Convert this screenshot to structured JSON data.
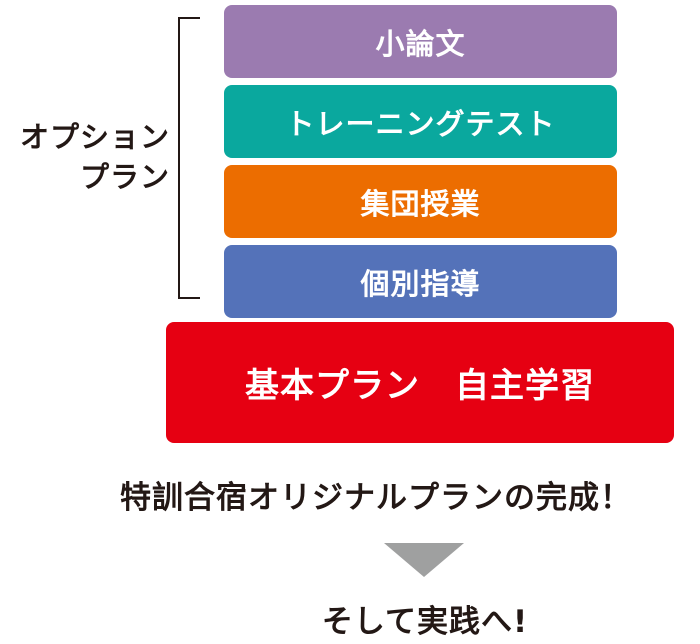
{
  "option_label": [
    "オプション",
    "プラン"
  ],
  "plans": [
    {
      "label": "小論文",
      "color": "#9b7bb0"
    },
    {
      "label": "トレーニングテスト",
      "color": "#0aa89e"
    },
    {
      "label": "集団授業",
      "color": "#ec6d00"
    },
    {
      "label": "個別指導",
      "color": "#5472b9"
    }
  ],
  "base_plan": {
    "label": "基本プラン　自主学習",
    "color": "#e60012"
  },
  "completion": "特訓合宿オリジナルプランの完成！",
  "arrow_color": "#9fa0a0",
  "final": "そして実践へ!"
}
